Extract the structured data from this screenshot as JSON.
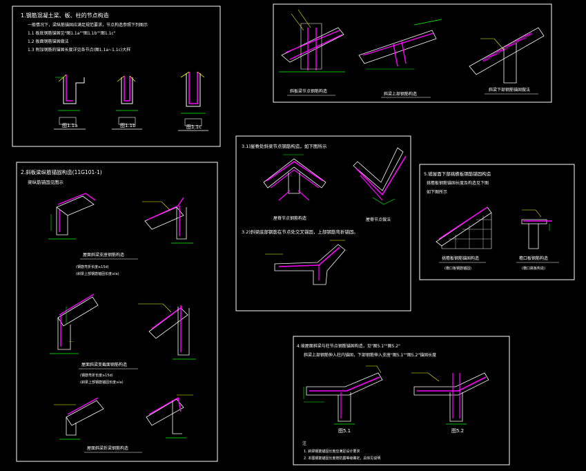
{
  "panels": {
    "p1": {
      "line1": "1.钢筋混凝土梁、板、柱的节点构造",
      "line2": "一般情况下，梁纵筋锚固应满足规范要求，节点构造参照下列图示",
      "line3": "1.1  板底钢筋锚固见\"图1.1a\"\"图1.1b\"\"图1.1c\"",
      "line4": "1.2  板面钢筋锚固做法",
      "line5": "1.3  附加钢筋的锚固长度详见各节点(图1.1a~1.1c)大样",
      "cap_a": "图1.1a",
      "cap_b": "图1.1b",
      "cap_c": "图1.1c"
    },
    "p2": {
      "cap1": "斜板梁节点钢筋构造",
      "cap2": "斜梁上部钢筋构造",
      "cap3": "斜梁下部钢筋锚固做法"
    },
    "p3": {
      "line1": "2.斜板梁纵筋锚固构造(11G101-1)",
      "line2": "梁纵筋锚固见图示",
      "cap1": "屋面斜梁支座钢筋构造",
      "note1": "(钢筋弯折长度≥15d)",
      "note2": "(斜梁上部钢筋锚固长度≥la)",
      "cap2": "屋面斜梁变截面钢筋构造",
      "note3": "(钢筋弯折长度≥15d)",
      "note4": "(斜梁上部钢筋锚固长度≥la)",
      "cap3": "屋面斜梁折梁钢筋构造"
    },
    "p4": {
      "line1": "3.1)屋脊处斜梁节点钢筋构造，如下图所示",
      "cap1": "屋脊节点钢筋构造",
      "cap2": "屋脊节点做法",
      "line2": "3.2)斜梁底部钢筋在节点处交叉锚固，上部钢筋弯折锚固。"
    },
    "p5": {
      "line1": "5.坡屋面下部挑檐板钢筋锚固构造",
      "line2": "挑檐板钢筋锚固长度及构造见下图",
      "line3": "如下图所示",
      "cap1": "挑檐板钢筋锚固构造",
      "sub1": "(檐口板钢筋锚固)",
      "cap2": "檐口板钢筋构造",
      "sub2": "(檐口挑板构造)"
    },
    "p6": {
      "line1": "4.坡屋面斜梁与柱节点钢筋锚固构造，见\"图5.1\"\"图5.2\"",
      "line2": "斜梁上部钢筋伸入柱内锚固，下部钢筋伸入支座\"图5.1\"\"图5.2\"锚固长度",
      "cap1": "图5.1",
      "cap2": "图5.2",
      "note_title": "注",
      "note1": "1. 斜梁钢筋锚固长度应满足设计要求",
      "note2": "2. 本图钢筋锚固长度按抗震等级确定，具体见说明"
    }
  }
}
